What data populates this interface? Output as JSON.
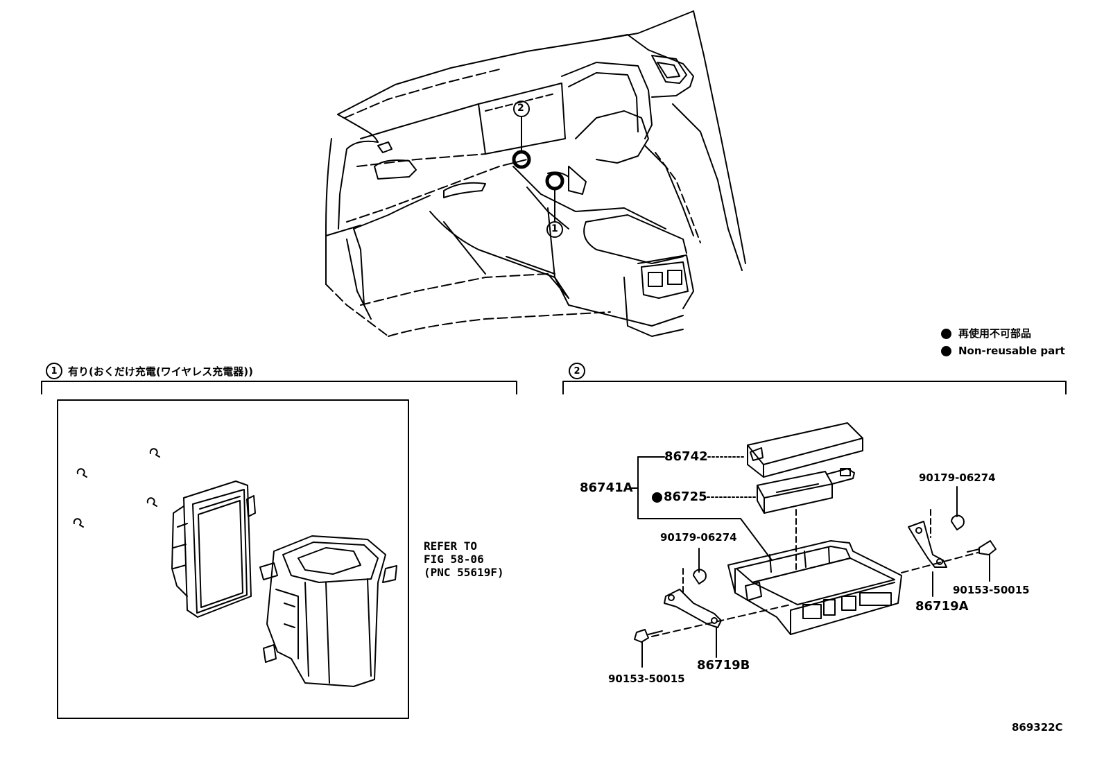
{
  "legend": {
    "jp": "再使用不可部品",
    "en": "Non-reusable part"
  },
  "sections": {
    "one": {
      "marker": "1",
      "title": "有り(おくだけ充電(ワイヤレス充電器))"
    },
    "two": {
      "marker": "2"
    }
  },
  "callouts": {
    "one": "1",
    "two": "2"
  },
  "refer": {
    "line1": "REFER TO",
    "line2": "FIG 58-06",
    "line3": "(PNC 55619F)"
  },
  "parts": {
    "p86742": "86742",
    "p86741a": "86741A",
    "p86725": "86725",
    "p90179_right": "90179-06274",
    "p90179_left": "90179-06274",
    "p90153_right": "90153-50015",
    "p90153_left": "90153-50015",
    "p86719a": "86719A",
    "p86719b": "86719B"
  },
  "figure_id": "869322C"
}
